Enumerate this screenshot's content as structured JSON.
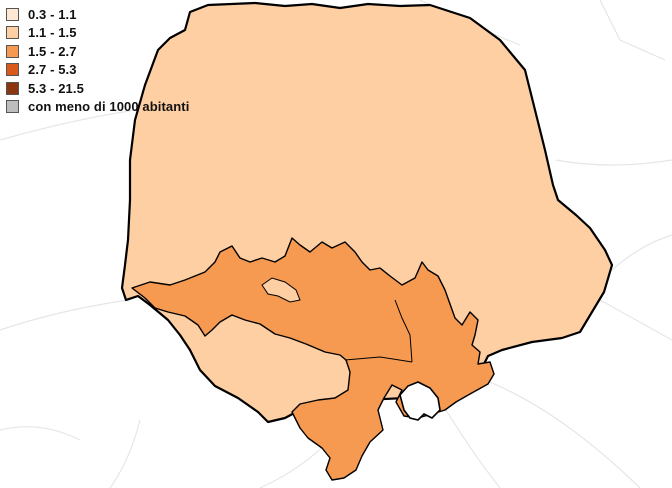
{
  "legend": {
    "items": [
      {
        "label": "0.3 - 1.1",
        "color": "#fee8d3"
      },
      {
        "label": "1.1 - 1.5",
        "color": "#fdcfa2"
      },
      {
        "label": "1.5 - 2.7",
        "color": "#f69a52"
      },
      {
        "label": "2.7 - 5.3",
        "color": "#d95a1b"
      },
      {
        "label": "5.3 - 21.5",
        "color": "#8b3511"
      },
      {
        "label": "con meno di 1000 abitanti",
        "color": "#bdbdbd"
      }
    ]
  },
  "map": {
    "background_lines_color": "#e6e6e6",
    "outline_color": "#000000",
    "regions": [
      {
        "name": "north-municipality",
        "class_label": "1.1 - 1.5"
      },
      {
        "name": "south-municipality",
        "class_label": "1.5 - 2.7"
      }
    ]
  }
}
